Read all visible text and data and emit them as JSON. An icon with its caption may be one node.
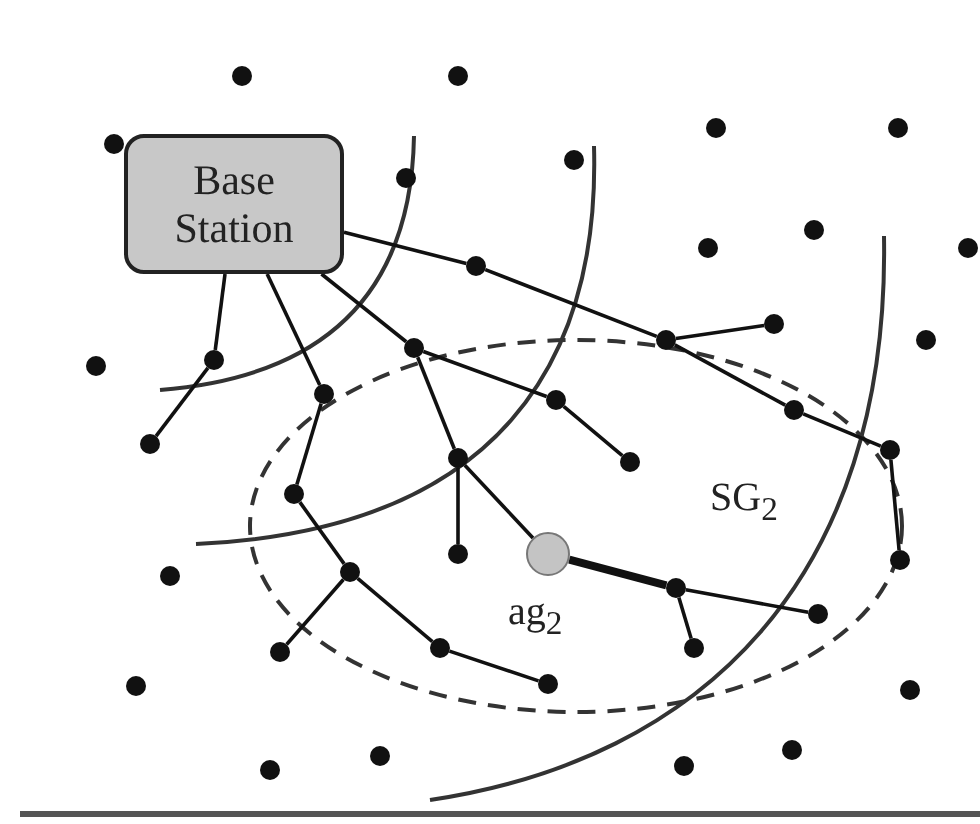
{
  "diagram": {
    "nodes": [
      {
        "text": [
          "Base Station"
        ]
      },
      {
        "text": [
          "SG$_{2}$"
        ]
      },
      {
        "text": [],
        "shape": "circle"
      },
      {
        "text": [],
        "shape": "circle"
      },
      {
        "text": [],
        "shape": "circle"
      },
      {
        "text": [],
        "shape": "circle"
      },
      {
        "text": [],
        "shape": "circle"
      },
      {
        "text": [],
        "shape": "circle"
      },
      {
        "text": [],
        "shape": "circle"
      },
      {
        "text": [],
        "shape": "circle"
      },
      {
        "text": [],
        "shape": "circle"
      },
      {
        "text": [],
        "shape": "circle"
      },
      {
        "text": [],
        "shape": "circle"
      },
      {
        "text": [],
        "shape": "circle"
      },
      {
        "text": [],
        "shape": "circle"
      },
      {
        "text": [],
        "shape": "circle"
      },
      {
        "text": [],
        "shape": "circle"
      },
      {
        "text": [],
        "shape": "circle"
      },
      {
        "text": [],
        "shape": "circle"
      },
      {
        "text": [],
        "shape": "circle"
      },
      {
        "text": [],
        "shape": "circle",
        "in": 1
      },
      {
        "text": [],
        "shape": "circle",
        "in": 1
      },
      {
        "text": [],
        "shape": "circle"
      },
      {
        "text": [],
        "shape": "circle"
      },
      {
        "text": [],
        "shape": "circle",
        "in": 1
      },
      {
        "text": [],
        "shape": "circle",
        "in": 1
      },
      {
        "text": [],
        "shape": "circle",
        "in": 1
      },
      {
        "text": [],
        "shape": "circle",
        "in": 1,
        "beside": [
          "ag$_{2}$"
        ]
      },
      {
        "text": [],
        "shape": "circle",
        "in": 1
      },
      {
        "text": [],
        "shape": "circle"
      },
      {
        "text": [],
        "shape": "circle",
        "in": 1
      },
      {
        "text": [],
        "shape": "circle"
      },
      {
        "text": [],
        "shape": "circle",
        "in": 1
      },
      {
        "text": [],
        "shape": "circle",
        "in": 1
      },
      {
        "text": [],
        "shape": "circle",
        "in": 1
      },
      {
        "text": [],
        "shape": "circle",
        "in": 1
      },
      {
        "text": [],
        "shape": "circle"
      },
      {
        "text": [],
        "shape": "circle",
        "in": 1
      },
      {
        "text": [],
        "shape": "circle"
      },
      {
        "text": [],
        "shape": "circle"
      },
      {
        "text": [],
        "shape": "circle"
      },
      {
        "text": [],
        "shape": "circle"
      },
      {
        "text": [],
        "shape": "circle"
      },
      {
        "text": [],
        "shape": "circle"
      }
    ],
    "edges": [
      {
        "from": 0,
        "to": 12,
        "arrow": "none"
      },
      {
        "from": 12,
        "to": 14,
        "arrow": "none"
      },
      {
        "from": 14,
        "to": 13,
        "arrow": "none"
      },
      {
        "from": 14,
        "to": 21,
        "arrow": "none"
      },
      {
        "from": 21,
        "to": 23,
        "arrow": "none"
      },
      {
        "from": 23,
        "to": 29,
        "arrow": "none"
      },
      {
        "from": 0,
        "to": 17,
        "arrow": "none"
      },
      {
        "from": 17,
        "to": 22,
        "arrow": "none"
      },
      {
        "from": 0,
        "to": 19,
        "arrow": "none"
      },
      {
        "from": 19,
        "to": 26,
        "arrow": "none"
      },
      {
        "from": 26,
        "to": 30,
        "arrow": "none"
      },
      {
        "from": 30,
        "to": 36,
        "arrow": "none"
      },
      {
        "from": 30,
        "to": 34,
        "arrow": "none"
      },
      {
        "from": 34,
        "to": 37,
        "arrow": "none"
      },
      {
        "from": 0,
        "to": 16,
        "arrow": "none"
      },
      {
        "from": 16,
        "to": 20,
        "arrow": "none"
      },
      {
        "from": 20,
        "to": 25,
        "arrow": "none"
      },
      {
        "from": 16,
        "to": 24,
        "arrow": "none"
      },
      {
        "from": 24,
        "to": 28,
        "arrow": "none"
      },
      {
        "from": 24,
        "to": 27,
        "arrow": "none"
      },
      {
        "from": 27,
        "to": 32,
        "arrow": "none",
        "style": "thick"
      },
      {
        "from": 32,
        "to": 33,
        "arrow": "none"
      },
      {
        "from": 32,
        "to": 35,
        "arrow": "none"
      }
    ]
  }
}
